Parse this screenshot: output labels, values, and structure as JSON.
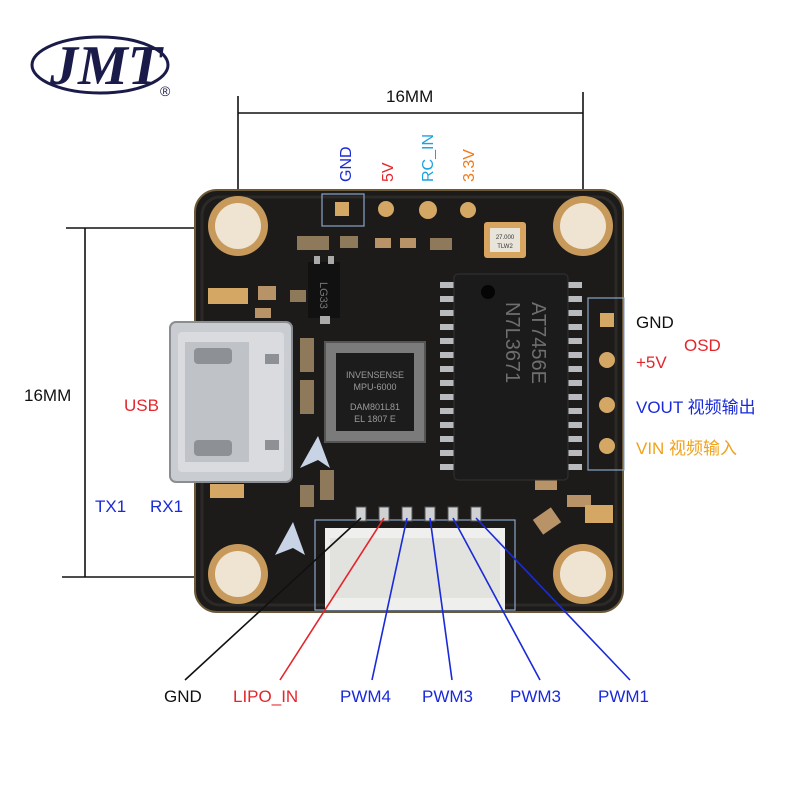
{
  "logo": {
    "text": "JMT",
    "registered": "®"
  },
  "dimensions": {
    "width": "16MM",
    "height": "16MM"
  },
  "top_pads": [
    {
      "label": "GND",
      "color": "#1a2ad8"
    },
    {
      "label": "5V",
      "color": "#e3262c"
    },
    {
      "label": "RC_IN",
      "color": "#1ba3e0"
    },
    {
      "label": "3.3V",
      "color": "#f07a1a"
    }
  ],
  "right_pads": {
    "gnd": {
      "label": "GND",
      "color": "#111111"
    },
    "plus5v": {
      "label": "+5V",
      "color": "#e3262c"
    },
    "osd": {
      "label": "OSD",
      "color": "#e3262c"
    },
    "vout": {
      "label": "VOUT 视频输出",
      "color": "#1a2ad8"
    },
    "vin": {
      "label": "VIN 视频输入",
      "color": "#f0a21a"
    }
  },
  "left_labels": {
    "usb": {
      "label": "USB",
      "color": "#e3262c"
    },
    "tx1": {
      "label": "TX1",
      "color": "#1a2ad8"
    },
    "rx1": {
      "label": "RX1",
      "color": "#1a2ad8"
    }
  },
  "bottom_pins": [
    {
      "label": "GND",
      "color": "#111111"
    },
    {
      "label": "LIPO_IN",
      "color": "#e3262c"
    },
    {
      "label": "PWM4",
      "color": "#1a2ad8"
    },
    {
      "label": "PWM3",
      "color": "#1a2ad8"
    },
    {
      "label": "PWM3",
      "color": "#1a2ad8"
    },
    {
      "label": "PWM1",
      "color": "#1a2ad8"
    }
  ],
  "chips": {
    "osd_chip": {
      "line1": "AT7456E",
      "line2": "N7L3671"
    },
    "imu_chip": {
      "line1": "INVENSENSE",
      "line2": "MPU-6000",
      "line3": "DAM801L81",
      "line4": "EL 1807 E"
    },
    "regulator": {
      "label": "LG33"
    },
    "crystal": {
      "line1": "27.000",
      "line2": "TLW2"
    }
  }
}
